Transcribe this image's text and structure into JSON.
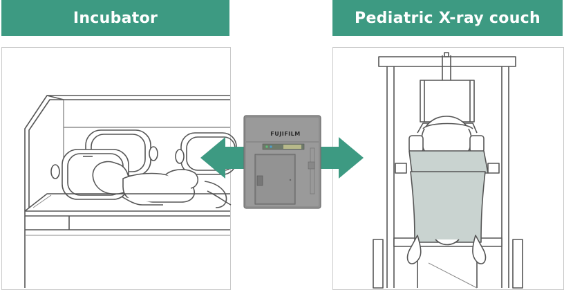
{
  "headers": {
    "left": "Incubator",
    "right": "Pediatric X-ray couch"
  },
  "device": {
    "brand": "FUJIFILM"
  },
  "colors": {
    "header_bg": "#3d9a82",
    "header_text": "#ffffff",
    "arrow": "#3d9a82",
    "panel_border": "#c8c8c8",
    "line_art": "#555555",
    "device_body": "#8c8c8c"
  }
}
